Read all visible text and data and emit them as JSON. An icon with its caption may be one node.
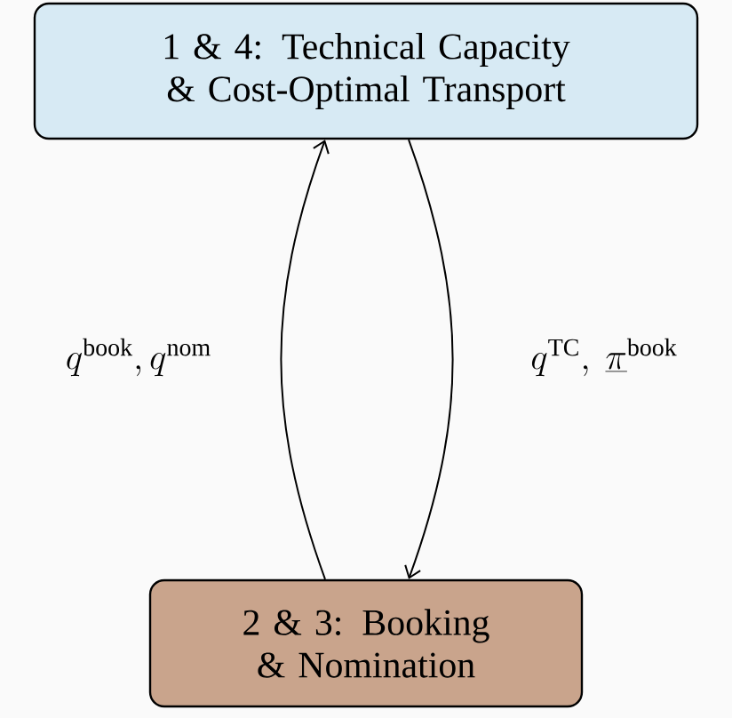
{
  "diagram": {
    "nodes": [
      {
        "text": [
          "1 & 4: Technical Capacity & Cost-Optimal Transport"
        ]
      },
      {
        "text": [
          "2 & 3: Booking & Nomination"
        ]
      }
    ],
    "edges": [
      {
        "from": 1,
        "to": 0,
        "arrow": "to",
        "label": "q^{\\mathrm{book}}, q^{\\mathrm{nom}}"
      },
      {
        "from": 0,
        "to": 1,
        "arrow": "to",
        "label": "q^{\\mathrm{TC}},\\ \\underline{\\pi}^{\\mathrm{book}}"
      }
    ]
  }
}
